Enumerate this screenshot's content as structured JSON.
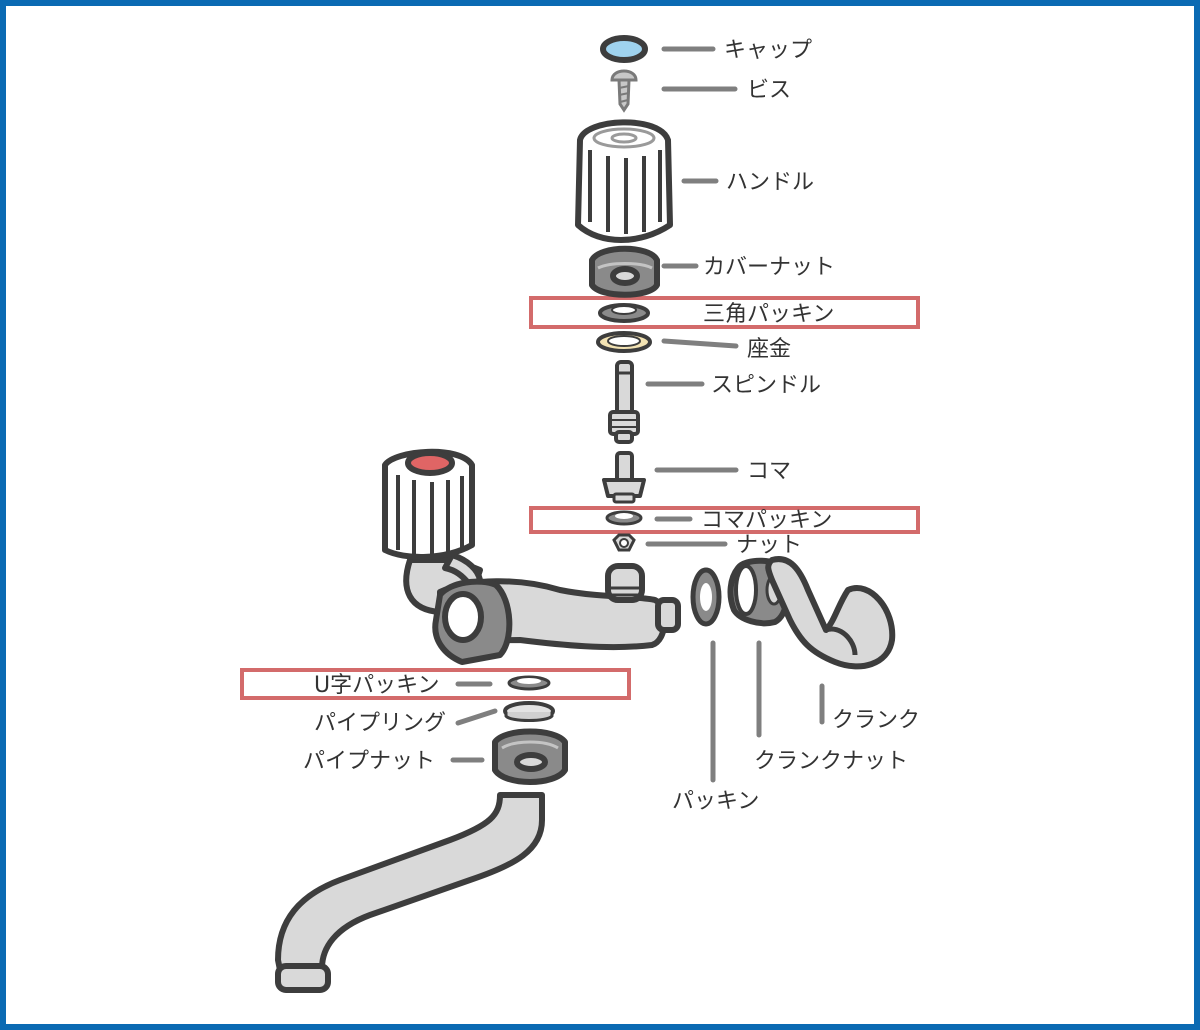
{
  "diagram": {
    "labels": {
      "cap": "キャップ",
      "screw": "ビス",
      "handle": "ハンドル",
      "cover_nut": "カバーナット",
      "triangle_packing": "三角パッキン",
      "washer": "座金",
      "spindle": "スピンドル",
      "koma": "コマ",
      "koma_packing": "コマパッキン",
      "nut": "ナット",
      "u_packing": "U字パッキン",
      "pipe_ring": "パイプリング",
      "pipe_nut": "パイプナット",
      "packing": "パッキン",
      "crank_nut": "クランクナット",
      "crank": "クランク"
    },
    "highlighted_parts": [
      "三角パッキン",
      "コマパッキン",
      "U字パッキン"
    ],
    "colors": {
      "frame": "#0b6ab3",
      "highlight_box": "#d36b6b",
      "outline": "#3d3d3d",
      "part_fill_light": "#d9d9d9",
      "part_fill_dark": "#8a8a8a",
      "cap_blue": "#9fd3ef",
      "handle_red": "#e06565",
      "washer_yellow": "#f3e3b3",
      "leader": "#7f7f7f"
    }
  }
}
